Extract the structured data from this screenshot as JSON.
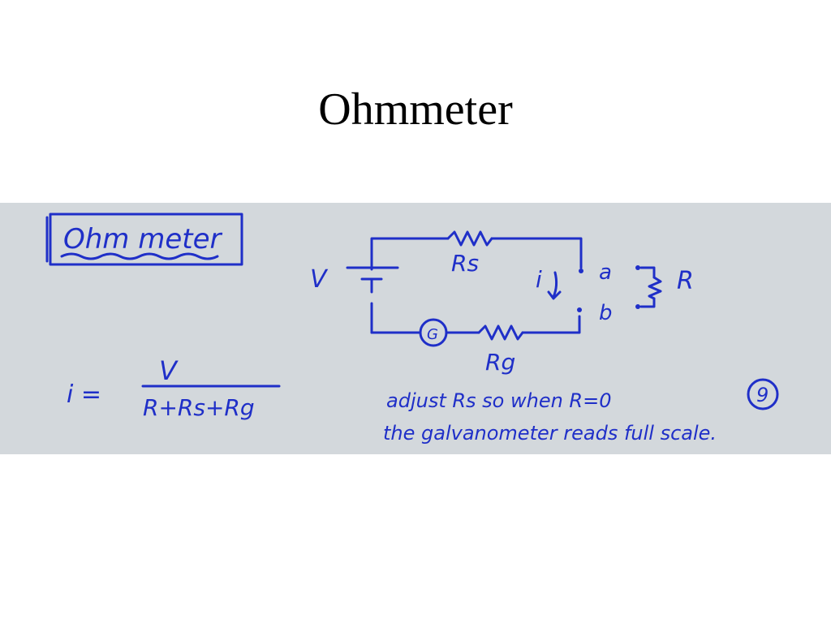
{
  "slide": {
    "title": "Ohmmeter"
  },
  "board": {
    "heading": "Ohm meter",
    "circuit": {
      "voltage_label": "V",
      "series_resistor_label": "Rs",
      "current_label": "i",
      "terminal_a_label": "a",
      "terminal_b_label": "b",
      "unknown_resistor_label": "R",
      "galvanometer_symbol": "G",
      "galvanometer_resistor_label": "Rg"
    },
    "equation": {
      "lhs": "i =",
      "numerator": "V",
      "denominator": "R+Rs+Rg"
    },
    "note_line1": "adjust Rs so when R=0",
    "note_line2": "the galvanometer reads full scale.",
    "page_number": "9",
    "ink_color": "#1f2fc8",
    "board_color": "#d3d8dc"
  }
}
